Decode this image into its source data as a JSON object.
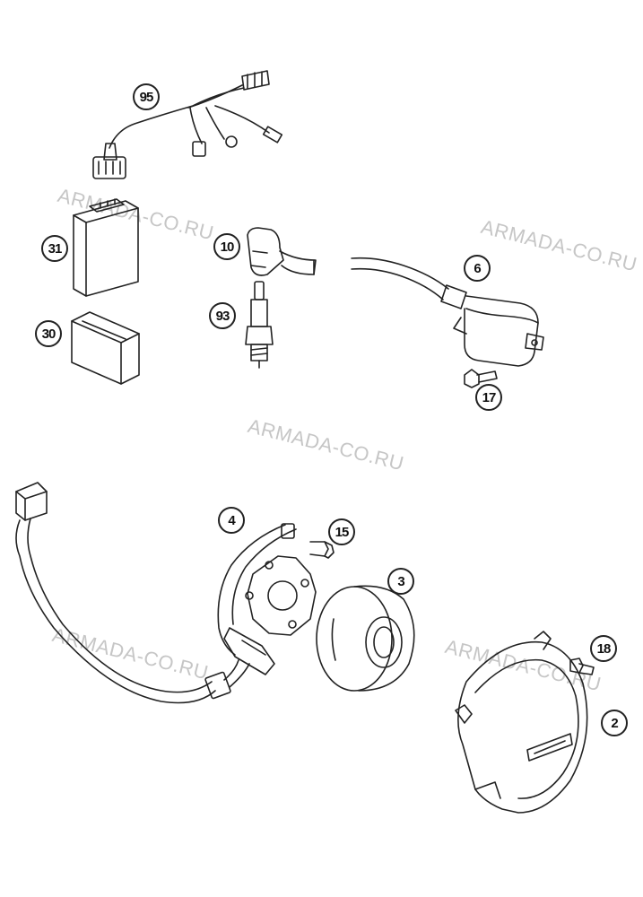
{
  "watermark": "ARMADA-CO.RU",
  "callouts": {
    "c95": "95",
    "c31": "31",
    "c30": "30",
    "c10": "10",
    "c93": "93",
    "c6": "6",
    "c17": "17",
    "c4": "4",
    "c15": "15",
    "c3": "3",
    "c18": "18",
    "c2": "2"
  },
  "parts": [
    {
      "id": "95",
      "icon": "wiring-harness-icon"
    },
    {
      "id": "31",
      "icon": "cdi-unit-icon"
    },
    {
      "id": "30",
      "icon": "rubber-holder-icon"
    },
    {
      "id": "10",
      "icon": "spark-plug-cap-icon"
    },
    {
      "id": "93",
      "icon": "spark-plug-icon"
    },
    {
      "id": "6",
      "icon": "ignition-coil-icon"
    },
    {
      "id": "17",
      "icon": "bolt-icon"
    },
    {
      "id": "4",
      "icon": "stator-icon"
    },
    {
      "id": "15",
      "icon": "bolt-icon"
    },
    {
      "id": "3",
      "icon": "rotor-icon"
    },
    {
      "id": "18",
      "icon": "bolt-icon"
    },
    {
      "id": "2",
      "icon": "ignition-cover-icon"
    }
  ],
  "colors": {
    "line": "#222222",
    "watermark": "#c6c6c6"
  }
}
